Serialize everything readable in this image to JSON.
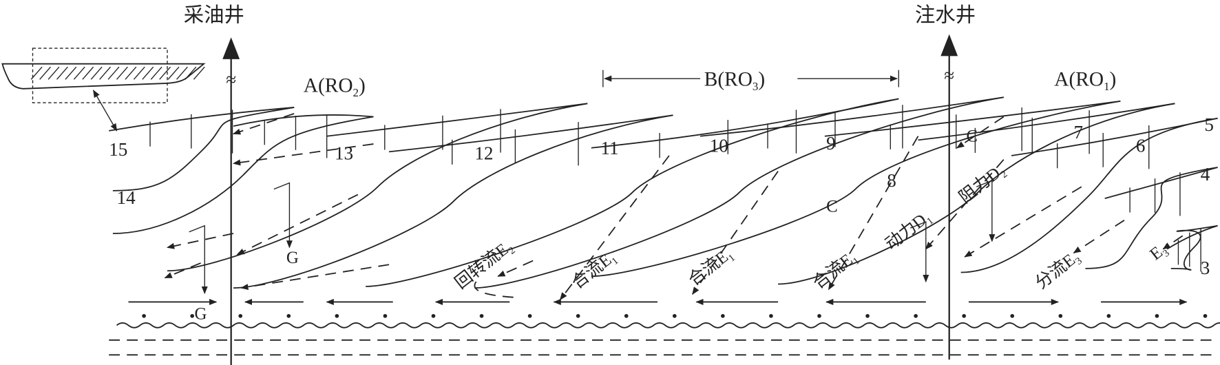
{
  "wells": {
    "production": "采油井",
    "injection": "注水井"
  },
  "zones": {
    "a_ro2": {
      "main": "A(RO",
      "sub": "2",
      "end": ")"
    },
    "b_ro3": {
      "main": "B(RO",
      "sub": "3",
      "end": ")"
    },
    "a_ro1": {
      "main": "A(RO",
      "sub": "1",
      "end": ")"
    }
  },
  "layer_numbers": [
    "15",
    "14",
    "13",
    "12",
    "11",
    "10",
    "9",
    "8",
    "7",
    "6",
    "5",
    "4",
    "3"
  ],
  "flow_labels": {
    "g1": "G",
    "g2": "G",
    "c1": "C",
    "c2": "C",
    "rotary": {
      "main": "回转流E",
      "sub": "2"
    },
    "merge1": {
      "main": "合流E",
      "sub": "1"
    },
    "merge2": {
      "main": "合流E",
      "sub": "1"
    },
    "merge3": {
      "main": "合流E",
      "sub": "1"
    },
    "power": {
      "main": "动力D",
      "sub": "1"
    },
    "resist": {
      "main": "阻力D",
      "sub": "2"
    },
    "split": {
      "main": "分流E",
      "sub": "3"
    },
    "e3": {
      "main": "E",
      "sub": "3"
    }
  }
}
